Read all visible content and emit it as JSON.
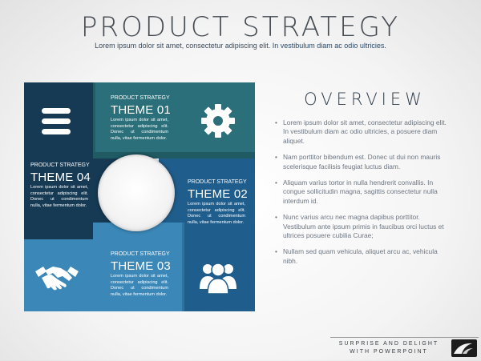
{
  "header": {
    "title": "PRODUCT STRATEGY",
    "subtitle_a": "Lorem ipsum dolor sit amet, consectetur adipiscing elit. ",
    "subtitle_b": "In vestibulum diam ac odio ultricies."
  },
  "themes": [
    {
      "label": "PRODUCT STRATEGY",
      "title": "THEME 01",
      "text": "Lorem ipsum dolor sit amet, consectetur adipiscing elit. Donec ut condimentum nulla, vitae fermentum dolor.",
      "icon": "gear-icon"
    },
    {
      "label": "PRODUCT STRATEGY",
      "title": "THEME 02",
      "text": "Lorem ipsum dolor sit amet, consectetur adipiscing elit. Donec ut condimentum nulla, vitae fermentum dolor.",
      "icon": "none"
    },
    {
      "label": "PRODUCT STRATEGY",
      "title": "THEME 03",
      "text": "Lorem ipsum dolor sit amet, consectetur adipiscing elit. Donec ut condimentum nulla, vitae fermentum dolor.",
      "icon": "handshake-icon"
    },
    {
      "label": "PRODUCT STRATEGY",
      "title": "THEME 04",
      "text": "Lorem ipsum dolor sit amet, consectetur adipiscing elit. Donec ut condimentum nulla, vitae fermentum dolor.",
      "icon": "menu-icon"
    }
  ],
  "extra_icons": [
    "group-icon"
  ],
  "overview": {
    "title": "OVERVIEW",
    "bullets": [
      "Lorem ipsum dolor sit amet, consectetur adipiscing elit. In vestibulum diam ac odio ultricies, a posuere diam aliquet.",
      "Nam porttitor bibendum est. Donec ut dui non mauris scelerisque facilisis feugiat luctus diam.",
      "Aliquam varius tortor in nulla hendrerit convallis. In congue sollicitudin magna, sagittis consectetur nulla interdum id.",
      "Nunc varius arcu nec magna dapibus porttitor. Vestibulum ante ipsum primis in faucibus orci luctus et ultrices posuere cubilia Curae;",
      "Nullam sed quam vehicula, aliquet arcu ac, vehicula nibh."
    ]
  },
  "footer": {
    "line1": "SURPRISE AND DELIGHT",
    "line2": "WITH POWERPOINT",
    "logo_icon": "wave-logo-icon"
  },
  "colors": {
    "theme1": "#2a6f79",
    "theme2": "#1f5d8c",
    "theme3": "#3a87b8",
    "theme4": "#163a54"
  }
}
